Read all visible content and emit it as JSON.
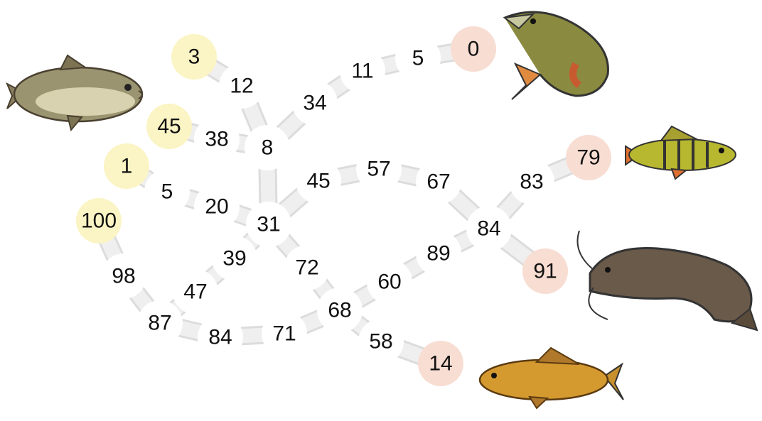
{
  "colors": {
    "start_node": "#fbf4c4",
    "end_node": "#f8ddd3",
    "node": "#ffffff",
    "path": "#efefef",
    "path_edge": "#dcdcdc",
    "number": "#111111"
  },
  "nodes": [
    {
      "id": "n3",
      "label": "3",
      "kind": "start"
    },
    {
      "id": "n12",
      "label": "12",
      "kind": "mid"
    },
    {
      "id": "n45a",
      "label": "45",
      "kind": "start"
    },
    {
      "id": "n38",
      "label": "38",
      "kind": "mid"
    },
    {
      "id": "n8",
      "label": "8",
      "kind": "mid"
    },
    {
      "id": "n34",
      "label": "34",
      "kind": "mid"
    },
    {
      "id": "n11",
      "label": "11",
      "kind": "mid"
    },
    {
      "id": "n5a",
      "label": "5",
      "kind": "mid"
    },
    {
      "id": "n0",
      "label": "0",
      "kind": "end"
    },
    {
      "id": "n1",
      "label": "1",
      "kind": "start"
    },
    {
      "id": "n5b",
      "label": "5",
      "kind": "mid"
    },
    {
      "id": "n20",
      "label": "20",
      "kind": "mid"
    },
    {
      "id": "n31",
      "label": "31",
      "kind": "mid"
    },
    {
      "id": "n45b",
      "label": "45",
      "kind": "mid"
    },
    {
      "id": "n57",
      "label": "57",
      "kind": "mid"
    },
    {
      "id": "n67",
      "label": "67",
      "kind": "mid"
    },
    {
      "id": "n84a",
      "label": "84",
      "kind": "mid"
    },
    {
      "id": "n83",
      "label": "83",
      "kind": "mid"
    },
    {
      "id": "n79",
      "label": "79",
      "kind": "end"
    },
    {
      "id": "n91",
      "label": "91",
      "kind": "end"
    },
    {
      "id": "n100",
      "label": "100",
      "kind": "start"
    },
    {
      "id": "n98",
      "label": "98",
      "kind": "mid"
    },
    {
      "id": "n87",
      "label": "87",
      "kind": "mid"
    },
    {
      "id": "n47",
      "label": "47",
      "kind": "mid"
    },
    {
      "id": "n39",
      "label": "39",
      "kind": "mid"
    },
    {
      "id": "n72",
      "label": "72",
      "kind": "mid"
    },
    {
      "id": "n68",
      "label": "68",
      "kind": "mid"
    },
    {
      "id": "n60",
      "label": "60",
      "kind": "mid"
    },
    {
      "id": "n89",
      "label": "89",
      "kind": "mid"
    },
    {
      "id": "n84b",
      "label": "84",
      "kind": "mid"
    },
    {
      "id": "n71",
      "label": "71",
      "kind": "mid"
    },
    {
      "id": "n58",
      "label": "58",
      "kind": "mid"
    },
    {
      "id": "n14",
      "label": "14",
      "kind": "end"
    }
  ],
  "edges": [
    [
      "n3",
      "n12"
    ],
    [
      "n12",
      "n8"
    ],
    [
      "n45a",
      "n38"
    ],
    [
      "n38",
      "n8"
    ],
    [
      "n8",
      "n34"
    ],
    [
      "n34",
      "n11"
    ],
    [
      "n11",
      "n5a"
    ],
    [
      "n5a",
      "n0"
    ],
    [
      "n1",
      "n5b"
    ],
    [
      "n5b",
      "n20"
    ],
    [
      "n20",
      "n31"
    ],
    [
      "n8",
      "n31"
    ],
    [
      "n31",
      "n45b"
    ],
    [
      "n45b",
      "n57"
    ],
    [
      "n57",
      "n67"
    ],
    [
      "n67",
      "n84a"
    ],
    [
      "n84a",
      "n83"
    ],
    [
      "n83",
      "n79"
    ],
    [
      "n84a",
      "n91"
    ],
    [
      "n100",
      "n98"
    ],
    [
      "n98",
      "n87"
    ],
    [
      "n87",
      "n47"
    ],
    [
      "n47",
      "n39"
    ],
    [
      "n39",
      "n31"
    ],
    [
      "n31",
      "n72"
    ],
    [
      "n72",
      "n68"
    ],
    [
      "n68",
      "n60"
    ],
    [
      "n60",
      "n89"
    ],
    [
      "n89",
      "n84a"
    ],
    [
      "n87",
      "n84b"
    ],
    [
      "n84b",
      "n71"
    ],
    [
      "n71",
      "n68"
    ],
    [
      "n68",
      "n58"
    ],
    [
      "n58",
      "n14"
    ]
  ],
  "fish": [
    {
      "name": "bream-icon"
    },
    {
      "name": "pike-icon"
    },
    {
      "name": "perch-icon"
    },
    {
      "name": "catfish-icon"
    },
    {
      "name": "carp-icon"
    }
  ]
}
